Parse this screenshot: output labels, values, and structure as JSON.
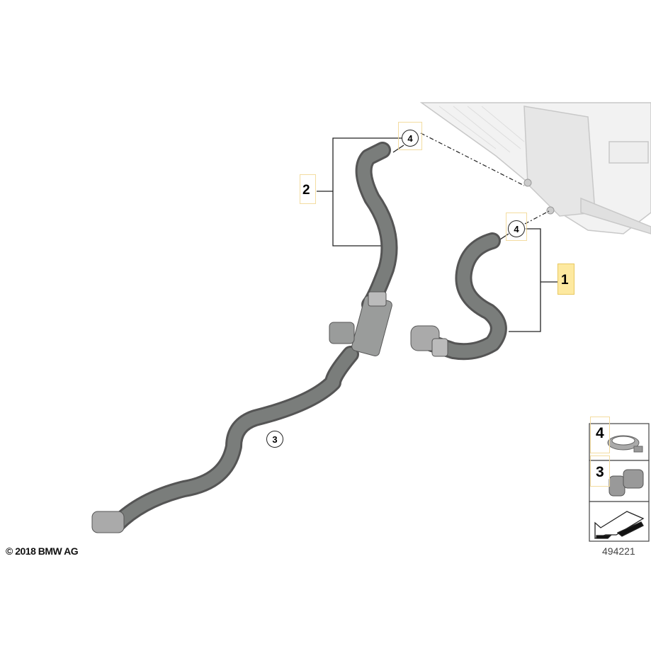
{
  "diagram": {
    "part_labels": [
      "1",
      "2",
      "3",
      "4",
      "4"
    ],
    "legend": [
      {
        "number": "4",
        "icon": "hose-clamp-icon"
      },
      {
        "number": "3",
        "icon": "dual-clip-icon"
      },
      {
        "icon": "arrow-direction-icon"
      }
    ],
    "diagram_number": "494221",
    "copyright": "© 2018 BMW AG",
    "highlight_color": "#fde9a0",
    "hose_color": "#6e716f"
  }
}
